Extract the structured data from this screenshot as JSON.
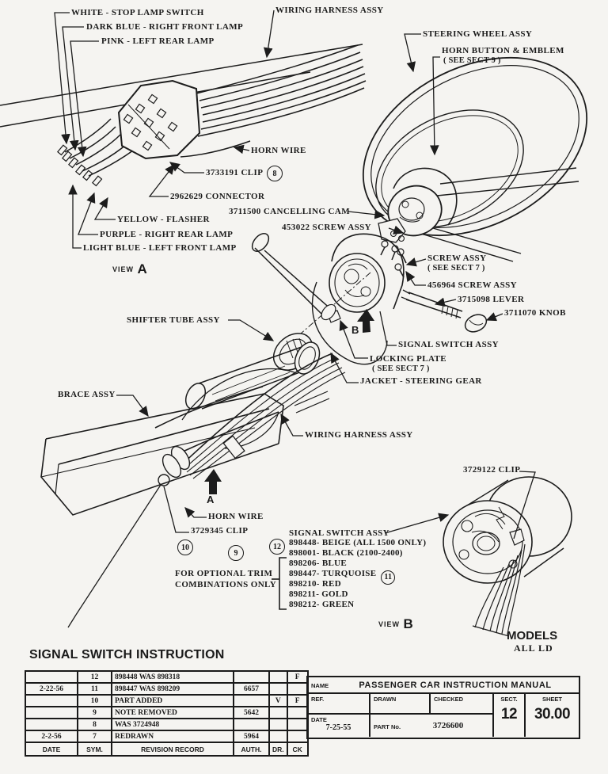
{
  "page": {
    "background": "#f5f4f1",
    "ink": "#1a1a1a"
  },
  "callouts": {
    "white_stop_lamp_switch": "WHITE - STOP LAMP SWITCH",
    "dark_blue_right_front_lamp": "DARK BLUE - RIGHT FRONT LAMP",
    "pink_left_rear_lamp": "PINK - LEFT REAR LAMP",
    "wiring_harness_assy_top": "WIRING HARNESS ASSY",
    "steering_wheel_assy": "STEERING WHEEL ASSY",
    "horn_button_emblem": "HORN BUTTON & EMBLEM",
    "horn_button_emblem_note": "( SEE SECT 9 )",
    "horn_wire_top": "HORN WIRE",
    "clip_3733191": "3733191 CLIP",
    "clip_3733191_ref": "8",
    "connector_2962629": "2962629 CONNECTOR",
    "cancelling_cam_3711500": "3711500 CANCELLING CAM",
    "screw_assy_453022": "453022 SCREW ASSY",
    "yellow_flasher": "YELLOW - FLASHER",
    "purple_right_rear_lamp": "PURPLE - RIGHT REAR LAMP",
    "light_blue_left_front_lamp": "LIGHT BLUE - LEFT FRONT LAMP",
    "view_a_prefix": "VIEW",
    "view_a_letter": "A",
    "screw_assy_sect7": "SCREW ASSY",
    "screw_assy_sect7_note": "( SEE SECT 7 )",
    "screw_assy_456964": "456964 SCREW ASSY",
    "lever_3715098": "3715098 LEVER",
    "knob_3711070": "3711070 KNOB",
    "shifter_tube_assy": "SHIFTER TUBE ASSY",
    "arrow_b": "B",
    "signal_switch_assy_mid": "SIGNAL SWITCH ASSY",
    "locking_plate": "LOCKING PLATE",
    "locking_plate_note": "( SEE SECT 7 )",
    "jacket_steering_gear": "JACKET - STEERING GEAR",
    "brace_assy": "BRACE ASSY",
    "wiring_harness_assy_mid": "WIRING HARNESS ASSY",
    "arrow_a": "A",
    "horn_wire_bottom": "HORN WIRE",
    "clip_3729345": "3729345 CLIP",
    "ref_10": "10",
    "ref_9": "9",
    "ref_12": "12",
    "ref_11": "11",
    "clip_3729122": "3729122 CLIP",
    "view_b_prefix": "VIEW",
    "view_b_letter": "B"
  },
  "switch_list": {
    "header": "SIGNAL SWITCH ASSY",
    "items": [
      "898448- BEIGE (ALL 1500 ONLY)",
      "898001- BLACK (2100-2400)",
      "898206- BLUE",
      "898447- TURQUOISE",
      "898210- RED",
      "898211- GOLD",
      "898212- GREEN"
    ],
    "note_line1": "FOR OPTIONAL TRIM",
    "note_line2": "COMBINATIONS ONLY"
  },
  "models": {
    "title": "MODELS",
    "value": "ALL LD"
  },
  "instruction_title": "SIGNAL SWITCH INSTRUCTION",
  "revision_table": {
    "footer": {
      "date": "DATE",
      "sym": "SYM.",
      "record": "REVISION RECORD",
      "auth": "AUTH.",
      "dr": "DR.",
      "ck": "CK"
    },
    "rows": [
      {
        "date": "",
        "sym": "12",
        "record": "898448 WAS 898318",
        "auth": "",
        "dr": "",
        "ck": "F"
      },
      {
        "date": "2-22-56",
        "sym": "11",
        "record": "898447 WAS 898209",
        "auth": "6657",
        "dr": "",
        "ck": ""
      },
      {
        "date": "",
        "sym": "10",
        "record": "PART ADDED",
        "auth": "",
        "dr": "V",
        "ck": "F"
      },
      {
        "date": "",
        "sym": "9",
        "record": "NOTE REMOVED",
        "auth": "5642",
        "dr": "",
        "ck": ""
      },
      {
        "date": "",
        "sym": "8",
        "record": "WAS 3724948",
        "auth": "",
        "dr": "",
        "ck": ""
      },
      {
        "date": "2-2-56",
        "sym": "7",
        "record": "REDRAWN",
        "auth": "5964",
        "dr": "",
        "ck": ""
      }
    ]
  },
  "title_block": {
    "name_label": "NAME",
    "name_value": "PASSENGER CAR INSTRUCTION MANUAL",
    "ref_label": "REF.",
    "drawn_label": "DRAWN",
    "checked_label": "CHECKED",
    "sect_label": "SECT.",
    "sheet_label": "SHEET",
    "date_label": "DATE",
    "date_value": "7-25-55",
    "part_label": "PART No.",
    "part_value": "3726600",
    "sect_value": "12",
    "sheet_value": "30.00"
  }
}
